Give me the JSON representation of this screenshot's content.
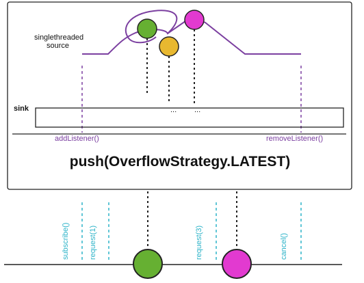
{
  "source": {
    "label_line1": "singlethreaded",
    "label_line2": "source"
  },
  "sink": {
    "label": "sink",
    "ellipsis": "..."
  },
  "calls": {
    "add_listener": "addListener()",
    "remove_listener": "removeListener()"
  },
  "title": "push(OverflowStrategy.LATEST)",
  "signals": {
    "subscribe": "subscribe()",
    "request_1": "request(1)",
    "request_3": "request(3)",
    "cancel": "cancel()"
  },
  "colors": {
    "green": "#66b032",
    "yellow": "#e8b830",
    "magenta": "#e23ad0",
    "purple": "#7b3fa0",
    "cyan": "#2cb3c8"
  },
  "upstream_marbles": [
    {
      "name": "green-marble",
      "color": "green"
    },
    {
      "name": "yellow-marble",
      "color": "yellow"
    },
    {
      "name": "magenta-marble",
      "color": "magenta"
    }
  ],
  "downstream_marbles": [
    {
      "name": "green-output-marble",
      "color": "green"
    },
    {
      "name": "magenta-output-marble",
      "color": "magenta"
    }
  ]
}
